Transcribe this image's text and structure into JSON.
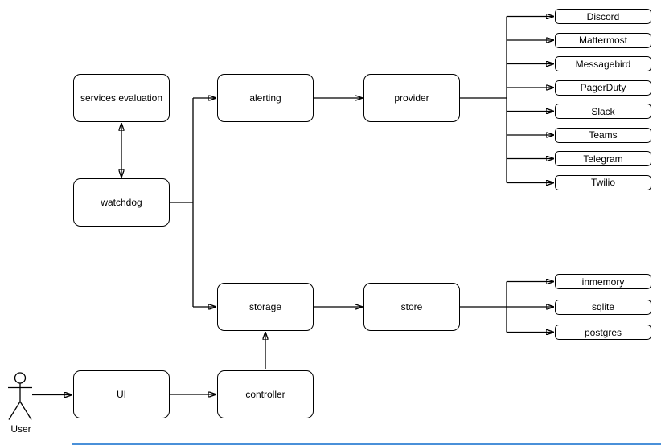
{
  "diagram": {
    "nodes": {
      "services_evaluation": "services evaluation",
      "watchdog": "watchdog",
      "alerting": "alerting",
      "provider": "provider",
      "storage": "storage",
      "store": "store",
      "ui": "UI",
      "controller": "controller"
    },
    "providers": [
      "Discord",
      "Mattermost",
      "Messagebird",
      "PagerDuty",
      "Slack",
      "Teams",
      "Telegram",
      "Twilio"
    ],
    "stores": [
      "inmemory",
      "sqlite",
      "postgres"
    ],
    "actor": {
      "label": "User"
    },
    "edges": [
      {
        "from": "services_evaluation",
        "to": "watchdog",
        "direction": "bidirectional"
      },
      {
        "from": "watchdog",
        "to": "alerting"
      },
      {
        "from": "watchdog",
        "to": "storage"
      },
      {
        "from": "alerting",
        "to": "provider"
      },
      {
        "from": "provider",
        "to": "Discord"
      },
      {
        "from": "provider",
        "to": "Mattermost"
      },
      {
        "from": "provider",
        "to": "Messagebird"
      },
      {
        "from": "provider",
        "to": "PagerDuty"
      },
      {
        "from": "provider",
        "to": "Slack"
      },
      {
        "from": "provider",
        "to": "Teams"
      },
      {
        "from": "provider",
        "to": "Telegram"
      },
      {
        "from": "provider",
        "to": "Twilio"
      },
      {
        "from": "storage",
        "to": "store"
      },
      {
        "from": "store",
        "to": "inmemory"
      },
      {
        "from": "store",
        "to": "sqlite"
      },
      {
        "from": "store",
        "to": "postgres"
      },
      {
        "from": "controller",
        "to": "storage"
      },
      {
        "from": "UI",
        "to": "controller"
      },
      {
        "from": "User",
        "to": "UI"
      }
    ],
    "colors": {
      "stroke": "#000000",
      "node_fill": "#ffffff",
      "background": "#ffffff",
      "scrollbar": "#4a90d9"
    }
  }
}
